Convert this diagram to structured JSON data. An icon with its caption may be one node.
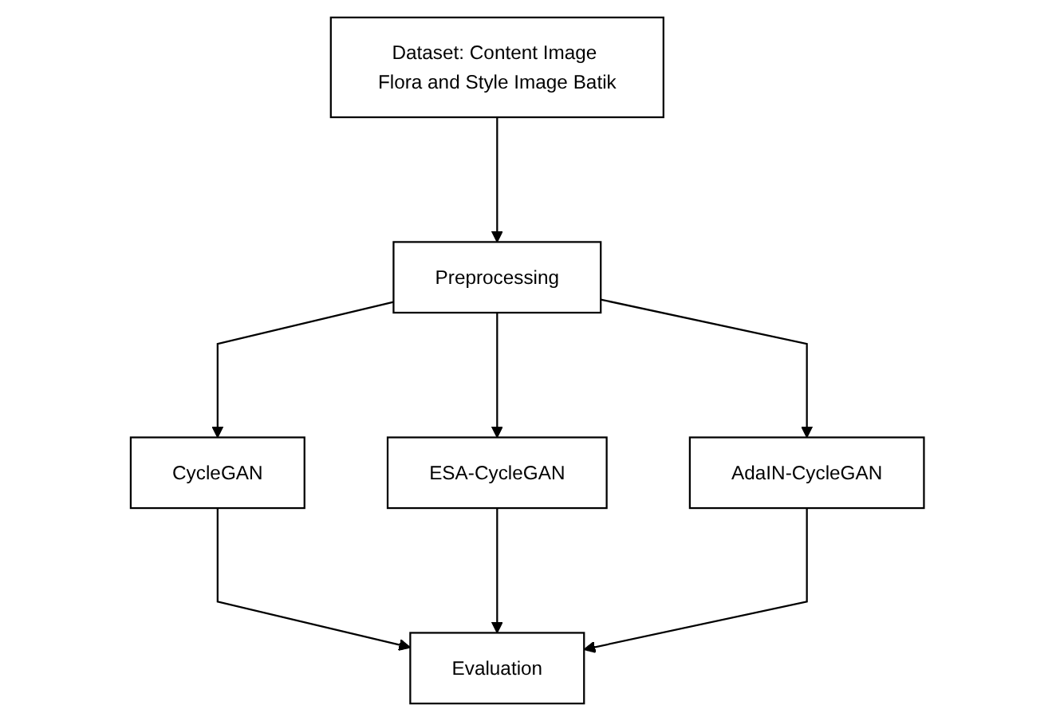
{
  "diagram": {
    "nodes": [
      {
        "text": [
          "Dataset: Content Image Flora and Style Image Batik"
        ]
      },
      {
        "text": [
          "Preprocessing"
        ]
      },
      {
        "text": [
          "CycleGAN"
        ]
      },
      {
        "text": [
          "ESA-CycleGAN"
        ]
      },
      {
        "text": [
          "AdaIN-CycleGAN"
        ]
      },
      {
        "text": [
          "Evaluation"
        ]
      }
    ],
    "edges": [
      {
        "from": 0,
        "to": 1,
        "arrow": "to"
      },
      {
        "from": 1,
        "to": 2,
        "arrow": "to"
      },
      {
        "from": 1,
        "to": 3,
        "arrow": "to"
      },
      {
        "from": 1,
        "to": 4,
        "arrow": "to"
      },
      {
        "from": 2,
        "to": 5,
        "arrow": "to"
      },
      {
        "from": 3,
        "to": 5,
        "arrow": "to"
      },
      {
        "from": 4,
        "to": 5,
        "arrow": "to"
      }
    ]
  }
}
